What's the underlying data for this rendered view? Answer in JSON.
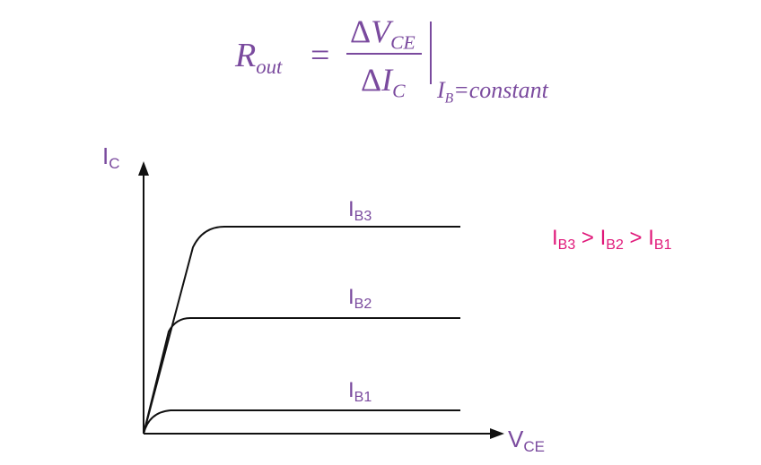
{
  "formula": {
    "lhs": "R",
    "lhs_sub": "out",
    "equals": "=",
    "numerator_delta": "Δ",
    "numerator": "V",
    "numerator_sub": "CE",
    "denominator_delta": "Δ",
    "denominator": "I",
    "denominator_sub": "C",
    "condition": "I",
    "condition_sub": "B",
    "condition_rest": "=constant"
  },
  "graph": {
    "y_axis": {
      "main": "I",
      "sub": "C"
    },
    "x_axis": {
      "main": "V",
      "sub": "CE"
    },
    "curves": [
      {
        "main": "I",
        "sub": "B3"
      },
      {
        "main": "I",
        "sub": "B2"
      },
      {
        "main": "I",
        "sub": "B1"
      }
    ],
    "relation": {
      "a_main": "I",
      "a_sub": "B3",
      "gt1": " > ",
      "b_main": "I",
      "b_sub": "B2",
      "gt2": " > ",
      "c_main": "I",
      "c_sub": "B1"
    }
  },
  "colors": {
    "formula": "#7a4a9e",
    "label": "#7a4a9e",
    "relation": "#e0197a",
    "curve": "#111111"
  }
}
